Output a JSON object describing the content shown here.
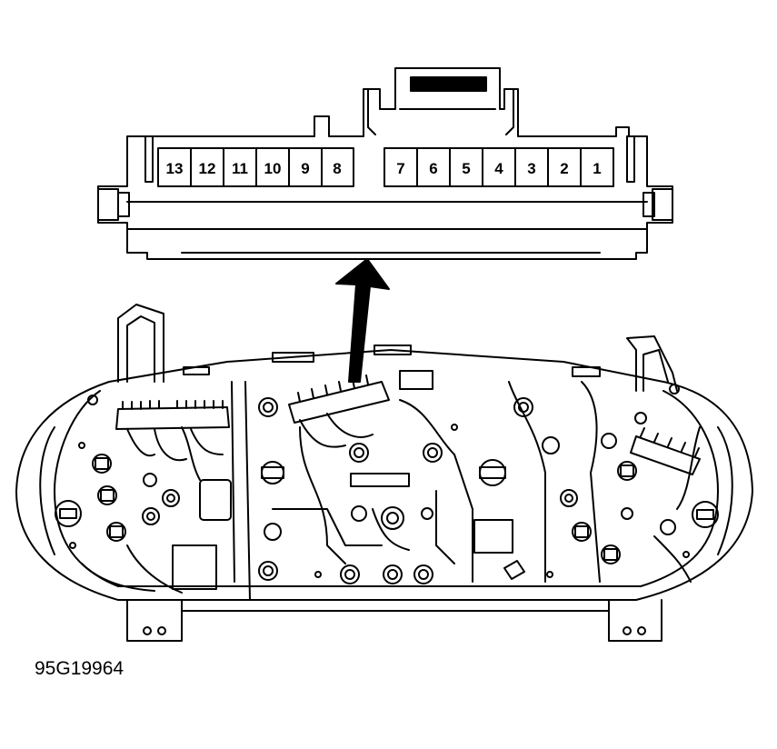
{
  "connector": {
    "left_pins": [
      "13",
      "12",
      "11",
      "10",
      "9",
      "8"
    ],
    "right_pins": [
      "7",
      "6",
      "5",
      "4",
      "3",
      "2",
      "1"
    ]
  },
  "figure_code": "95G19964",
  "colors": {
    "ink": "#000000",
    "paper": "#ffffff"
  }
}
